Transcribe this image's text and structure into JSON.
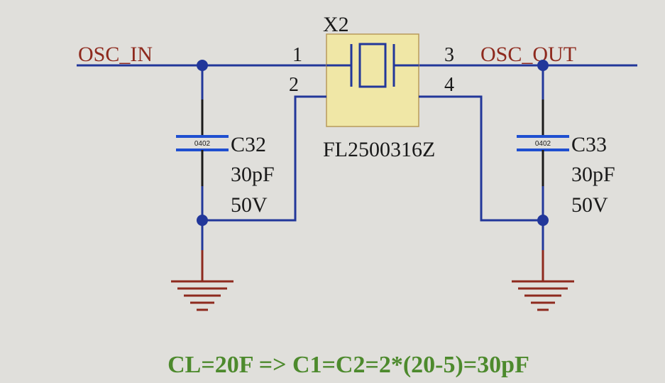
{
  "nets": {
    "osc_in": "OSC_IN",
    "osc_out": "OSC_OUT"
  },
  "crystal": {
    "refdes": "X2",
    "part": "FL2500316Z",
    "pins": [
      "1",
      "2",
      "3",
      "4"
    ]
  },
  "cap_left": {
    "refdes": "C32",
    "value": "30pF",
    "voltage": "50V",
    "package": "0402"
  },
  "cap_right": {
    "refdes": "C33",
    "value": "30pF",
    "voltage": "50V",
    "package": "0402"
  },
  "note": "CL=20F => C1=C2=2*(20-5)=30pF",
  "colors": {
    "wire": "#22379a",
    "ground": "#8e2a1e",
    "crystal_body": "#f0e7a6",
    "note": "#4d8a2d",
    "background": "#e0dfdb"
  }
}
